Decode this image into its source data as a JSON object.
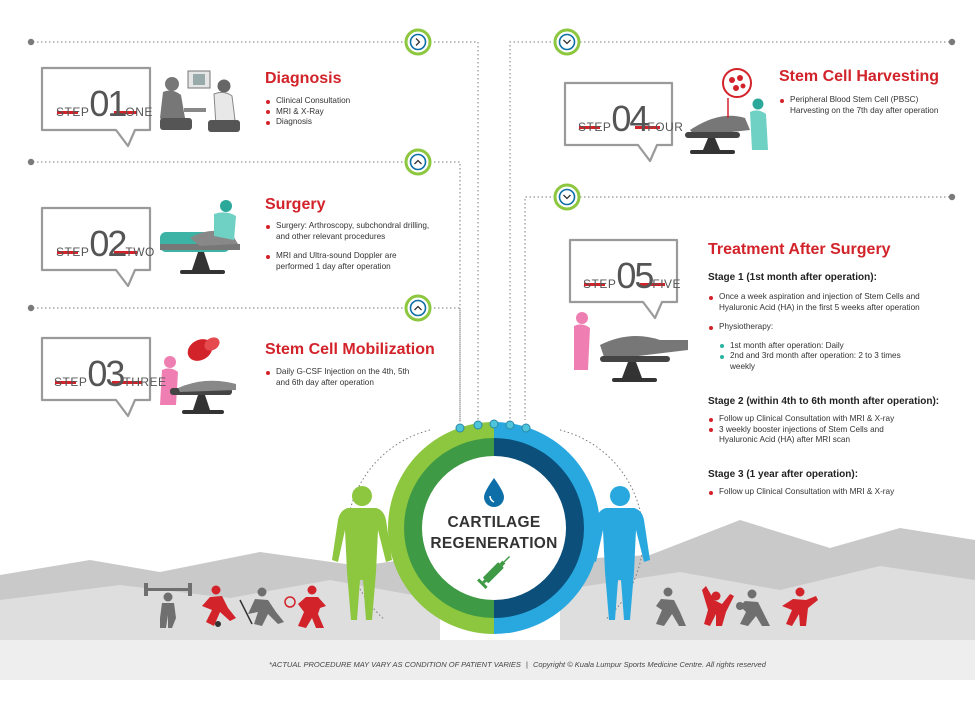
{
  "steps": [
    {
      "word": "STEP",
      "number": "01",
      "ordinal": "ONE",
      "title": "Diagnosis",
      "items": [
        "Clinical Consultation",
        "MRI & X-Ray",
        "Diagnosis"
      ]
    },
    {
      "word": "STEP",
      "number": "02",
      "ordinal": "TWO",
      "title": "Surgery",
      "items": [
        "Surgery: Arthroscopy, subchondral drilling, and other relevant procedures",
        "MRI and Ultra-sound Doppler are performed 1 day after operation"
      ]
    },
    {
      "word": "STEP",
      "number": "03",
      "ordinal": "THREE",
      "title": "Stem Cell Mobilization",
      "items": [
        "Daily G-CSF Injection on the 4th, 5th and 6th day after operation"
      ]
    },
    {
      "word": "STEP",
      "number": "04",
      "ordinal": "FOUR",
      "title": "Stem Cell Harvesting",
      "items": [
        "Peripheral Blood Stem Cell (PBSC) Harvesting on the 7th day after operation"
      ]
    },
    {
      "word": "STEP",
      "number": "05",
      "ordinal": "FIVE",
      "title": "Treatment After Surgery"
    }
  ],
  "treatment": {
    "stage1": {
      "heading": "Stage 1 (1st month after operation):",
      "item1": "Once a week aspiration and injection of Stem Cells and Hyaluronic Acid (HA) in the first 5 weeks after operation",
      "item2": "Physiotherapy:",
      "sub": [
        "1st month after operation: Daily",
        "2nd and 3rd month after operation: 2 to 3 times weekly"
      ]
    },
    "stage2": {
      "heading": "Stage 2 (within 4th to 6th month after operation):",
      "items": [
        "Follow up Clinical Consultation with MRI & X-ray",
        "3 weekly booster injections of Stem Cells and Hyaluronic Acid (HA) after MRI scan"
      ]
    },
    "stage3": {
      "heading": "Stage 3 (1 year after operation):",
      "items": [
        "Follow up Clinical Consultation with MRI & X-ray"
      ]
    }
  },
  "center": {
    "line1": "CARTILAGE",
    "line2": "REGENERATION"
  },
  "footer": {
    "disclaimer": "*ACTUAL PROCEDURE MAY VARY AS CONDITION OF PATIENT VARIES",
    "separator": "|",
    "copyright": "Copyright © Kuala Lumpur Sports Medicine Centre. All rights reserved"
  },
  "colors": {
    "accent_red": "#d2232a",
    "green_light": "#8dc63f",
    "green_dark": "#3f9a45",
    "blue_light": "#29a8e0",
    "blue_dark": "#0e6fa8",
    "navy_center": "#0b4f7a",
    "teal": "#2bb3a0",
    "pink": "#ef7fb2",
    "figure_gray": "#6f6f6f"
  },
  "icons": [
    "arrow-right-icon",
    "chevron-up-icon",
    "chevron-down-icon",
    "water-drop-icon",
    "syringe-icon"
  ]
}
